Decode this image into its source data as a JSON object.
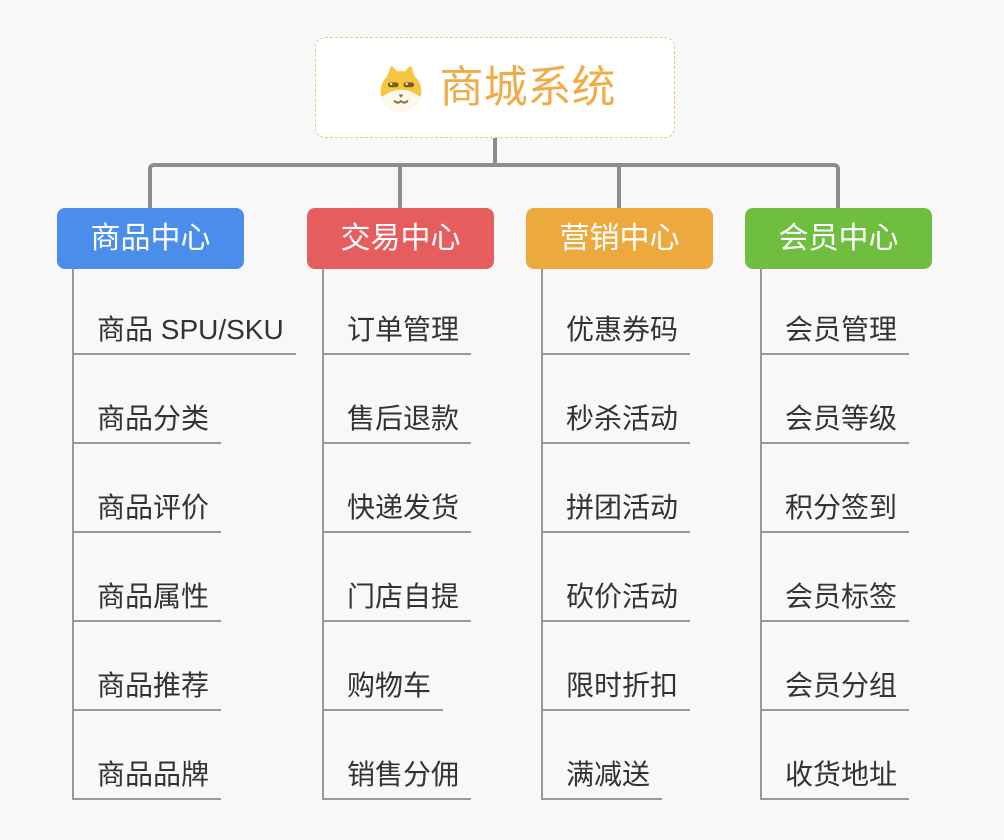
{
  "theme": {
    "background": "#f8f8f8",
    "connector_color": "#8d8d8d",
    "underline_color": "#999999",
    "item_text_color": "#333333"
  },
  "root": {
    "title": "商城系统",
    "icon": "shiba-dog-icon",
    "title_color": "#f0ac48",
    "border_color": "#f3c67d",
    "background": "#ffffff",
    "icon_colors": {
      "head": "#f6c73e",
      "muzzle": "#fdf8ec",
      "features": "#8a6b3a"
    }
  },
  "branches": [
    {
      "title": "商品中心",
      "color": "#4a8deb",
      "items": [
        "商品 SPU/SKU",
        "商品分类",
        "商品评价",
        "商品属性",
        "商品推荐",
        "商品品牌"
      ]
    },
    {
      "title": "交易中心",
      "color": "#e65d5d",
      "items": [
        "订单管理",
        "售后退款",
        "快递发货",
        "门店自提",
        "购物车",
        "销售分佣"
      ]
    },
    {
      "title": "营销中心",
      "color": "#eca93d",
      "items": [
        "优惠券码",
        "秒杀活动",
        "拼团活动",
        "砍价活动",
        "限时折扣",
        "满减送"
      ]
    },
    {
      "title": "会员中心",
      "color": "#70be40",
      "items": [
        "会员管理",
        "会员等级",
        "积分签到",
        "会员标签",
        "会员分组",
        "收货地址"
      ]
    }
  ]
}
